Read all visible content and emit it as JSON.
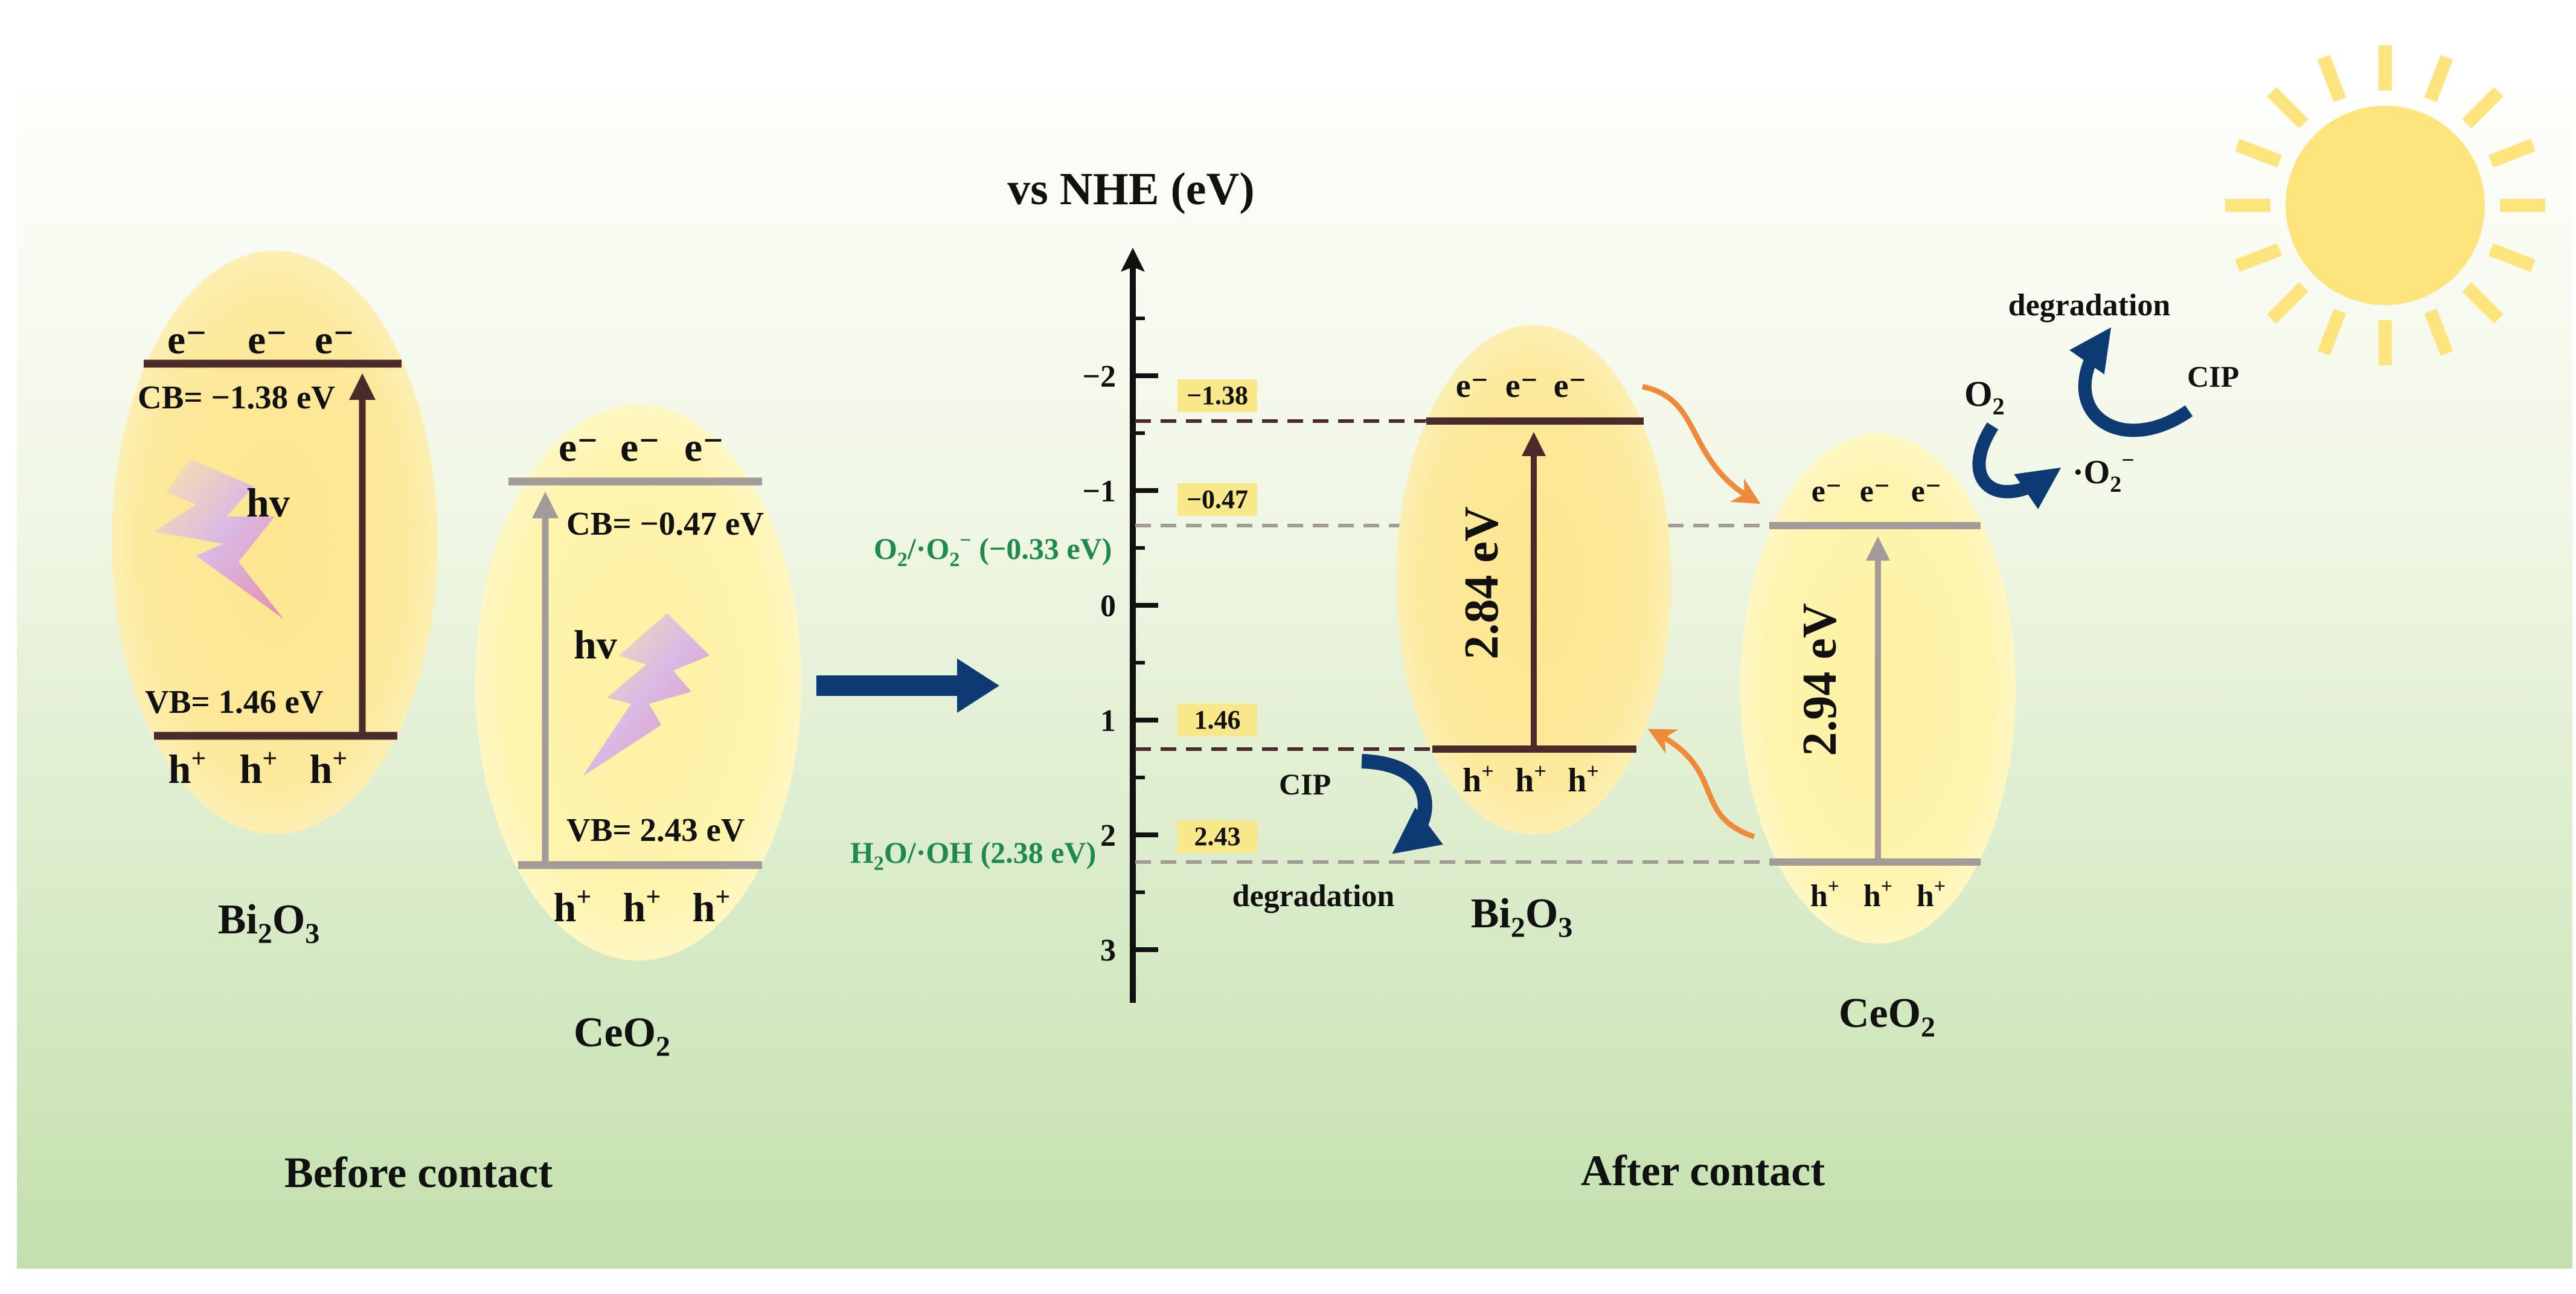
{
  "colors": {
    "background_top": "#fdfdf6",
    "background_bottom": "#c7e2b3",
    "ellipse_bi2o3": "#fde89a",
    "ellipse_ceo2": "#fef3a6",
    "bi2o3_band": "#4a2a2a",
    "ceo2_band": "#a39a9a",
    "arrow_navy": "#0e3a73",
    "arrow_orange": "#f08a3a",
    "redox_green": "#1e8a4c",
    "sun": "#fde37a",
    "label_box": "#f8e88a"
  },
  "before": {
    "bi2o3": {
      "electrons": [
        "e⁻",
        "e⁻",
        "e⁻"
      ],
      "cb_label": "CB= −1.38 eV",
      "hv": "hv",
      "vb_label": "VB= 1.46 eV",
      "holes": [
        "h",
        "h",
        "h"
      ],
      "hole_sup": "+",
      "name_main": "Bi",
      "name_sub1": "2",
      "name_mid": "O",
      "name_sub2": "3"
    },
    "ceo2": {
      "electrons": [
        "e⁻",
        "e⁻",
        "e⁻"
      ],
      "cb_label": "CB= −0.47 eV",
      "hv": "hv",
      "vb_label": "VB= 2.43 eV",
      "holes": [
        "h",
        "h",
        "h"
      ],
      "hole_sup": "+",
      "name_main": "CeO",
      "name_sub": "2"
    },
    "caption": "Before contact"
  },
  "after": {
    "axis_title": "vs NHE (eV)",
    "ticks": [
      "−2",
      "−1",
      "0",
      "1",
      "2",
      "3"
    ],
    "level_boxes": [
      "−1.38",
      "−0.47",
      "1.46",
      "2.43"
    ],
    "redox_o2": {
      "a": "O",
      "a_sub": "2",
      "b": "/·O",
      "b_sub": "2",
      "b_sup": "−",
      "c": " (−0.33 eV)"
    },
    "redox_h2o": {
      "a": "H",
      "a_sub": "2",
      "b": "O/·OH (2.38 eV)"
    },
    "bi2o3": {
      "electrons": [
        "e⁻",
        "e⁻",
        "e⁻"
      ],
      "gap": "2.84 eV",
      "holes": [
        "h",
        "h",
        "h"
      ],
      "hole_sup": "+",
      "name_main": "Bi",
      "name_sub1": "2",
      "name_mid": "O",
      "name_sub2": "3"
    },
    "ceo2": {
      "electrons": [
        "e⁻",
        "e⁻",
        "e⁻"
      ],
      "gap": "2.94 eV",
      "holes": [
        "h",
        "h",
        "h"
      ],
      "hole_sup": "+",
      "name_main": "CeO",
      "name_sub": "2"
    },
    "cip_left": "CIP",
    "degradation_left": "degradation",
    "o2_label": {
      "main": "O",
      "sub": "2"
    },
    "superoxide": {
      "main": "·O",
      "sub": "2",
      "sup": "−"
    },
    "cip_right": "CIP",
    "degradation_right": "degradation",
    "caption": "After contact"
  }
}
